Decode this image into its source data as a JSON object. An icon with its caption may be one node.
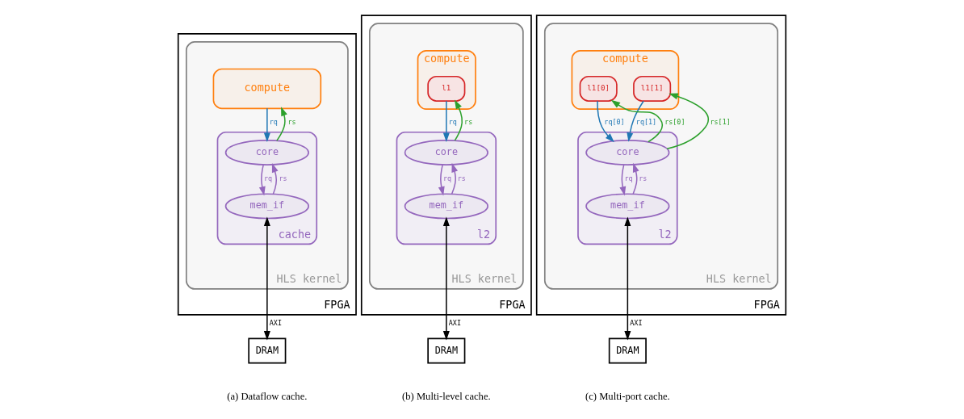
{
  "diagram": {
    "nodes": [
      {
        "text": [
          "FPGA"
        ]
      },
      {
        "text": [
          "HLS kernel"
        ],
        "in": 0
      },
      {
        "text": [
          "compute"
        ],
        "in": 1
      },
      {
        "text": [
          "cache"
        ],
        "in": 1
      },
      {
        "text": [
          "core"
        ],
        "in": 3
      },
      {
        "text": [
          "mem_if"
        ],
        "in": 3
      },
      {
        "text": [
          "DRAM"
        ]
      },
      {
        "text": [
          "FPGA"
        ]
      },
      {
        "text": [
          "HLS kernel"
        ],
        "in": 7
      },
      {
        "text": [
          "compute"
        ],
        "in": 8
      },
      {
        "text": [
          "l1"
        ],
        "in": 9
      },
      {
        "text": [
          "l2"
        ],
        "in": 8
      },
      {
        "text": [
          "core"
        ],
        "in": 11
      },
      {
        "text": [
          "mem_if"
        ],
        "in": 11
      },
      {
        "text": [
          "DRAM"
        ]
      },
      {
        "text": [
          "FPGA"
        ]
      },
      {
        "text": [
          "HLS kernel"
        ],
        "in": 15
      },
      {
        "text": [
          "compute"
        ],
        "in": 16
      },
      {
        "text": [
          "l1[0]"
        ],
        "in": 17
      },
      {
        "text": [
          "l1[1]"
        ],
        "in": 17
      },
      {
        "text": [
          "l2"
        ],
        "in": 16
      },
      {
        "text": [
          "core"
        ],
        "in": 20
      },
      {
        "text": [
          "mem_if"
        ],
        "in": 20
      },
      {
        "text": [
          "DRAM"
        ]
      }
    ],
    "edges": [
      {
        "from": 2,
        "to": 4,
        "arrow": "to",
        "label": "rq",
        "color": "#1f77b4"
      },
      {
        "from": 4,
        "to": 2,
        "arrow": "to",
        "label": "rs",
        "color": "#2ca02c"
      },
      {
        "from": 4,
        "to": 5,
        "arrow": "to",
        "label": "rq"
      },
      {
        "from": 5,
        "to": 4,
        "arrow": "to",
        "label": "rs"
      },
      {
        "from": 5,
        "to": 6,
        "arrow": "both",
        "label": "AXI",
        "color": "#000000"
      },
      {
        "from": 10,
        "to": 12,
        "arrow": "to",
        "label": "rq",
        "color": "#1f77b4"
      },
      {
        "from": 12,
        "to": 10,
        "arrow": "to",
        "label": "rs",
        "color": "#2ca02c"
      },
      {
        "from": 12,
        "to": 13,
        "arrow": "to",
        "label": "rq"
      },
      {
        "from": 13,
        "to": 12,
        "arrow": "to",
        "label": "rs"
      },
      {
        "from": 13,
        "to": 14,
        "arrow": "both",
        "label": "AXI",
        "color": "#000000"
      },
      {
        "from": 18,
        "to": 21,
        "arrow": "to",
        "label": "rq[0]",
        "color": "#1f77b4"
      },
      {
        "from": 21,
        "to": 18,
        "arrow": "to",
        "label": "rs[0]",
        "color": "#2ca02c"
      },
      {
        "from": 19,
        "to": 21,
        "arrow": "to",
        "label": "rq[1]",
        "color": "#1f77b4"
      },
      {
        "from": 21,
        "to": 19,
        "arrow": "to",
        "label": "rs[1]",
        "color": "#2ca02c"
      },
      {
        "from": 21,
        "to": 22,
        "arrow": "to",
        "label": "rq"
      },
      {
        "from": 22,
        "to": 21,
        "arrow": "to",
        "label": "rs"
      },
      {
        "from": 22,
        "to": 23,
        "arrow": "both",
        "label": "AXI",
        "color": "#000000"
      }
    ],
    "labels": [
      "(a) Dataflow cache.",
      "(b) Multi-level cache.",
      "(c) Multi-port cache."
    ]
  }
}
